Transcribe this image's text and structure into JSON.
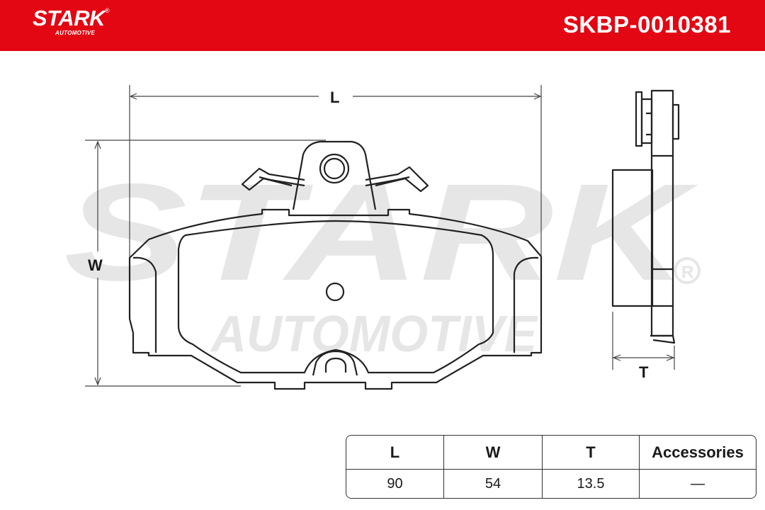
{
  "header": {
    "brand": "STARK",
    "brand_sub": "AUTOMOTIVE",
    "registered_mark": "®",
    "part_number": "SKBP-0010381",
    "color": "#e30613"
  },
  "watermark": {
    "line1": "STARK",
    "line2": "AUTOMOTIVE",
    "registered_mark": "®"
  },
  "drawing": {
    "length_label": "L",
    "width_label": "W",
    "thickness_label": "T"
  },
  "specs": {
    "headers": [
      "L",
      "W",
      "T",
      "Accessories"
    ],
    "values": [
      "90",
      "54",
      "13.5",
      "—"
    ]
  }
}
